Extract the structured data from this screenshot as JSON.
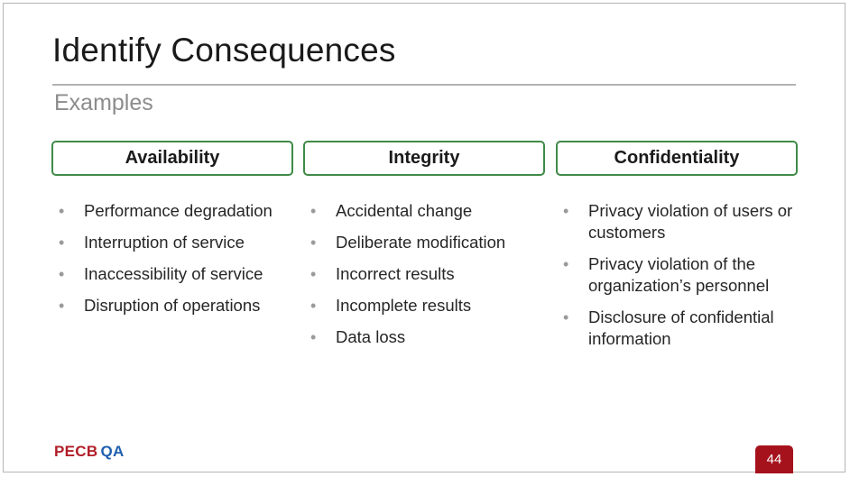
{
  "slide": {
    "title": "Identify Consequences",
    "subtitle": "Examples",
    "columns": [
      {
        "header": "Availability",
        "items": [
          "Performance degradation",
          "Interruption of service",
          "Inaccessibility of service",
          "Disruption of operations"
        ]
      },
      {
        "header": "Integrity",
        "items": [
          "Accidental change",
          "Deliberate modification",
          "Incorrect results",
          "Incomplete results",
          "Data loss"
        ]
      },
      {
        "header": "Confidentiality",
        "items": [
          "Privacy violation of users or customers",
          "Privacy violation of the organization’s personnel",
          "Disclosure of confidential information"
        ]
      }
    ],
    "bullet_symbol": "•",
    "logo": {
      "part1": "PECB",
      "part2": "QA"
    },
    "page_number": "44"
  },
  "colors": {
    "header_border": "#3f8a47",
    "logo_red": "#b01e28",
    "logo_blue": "#1f5fae",
    "page_badge": "#a5121c"
  }
}
